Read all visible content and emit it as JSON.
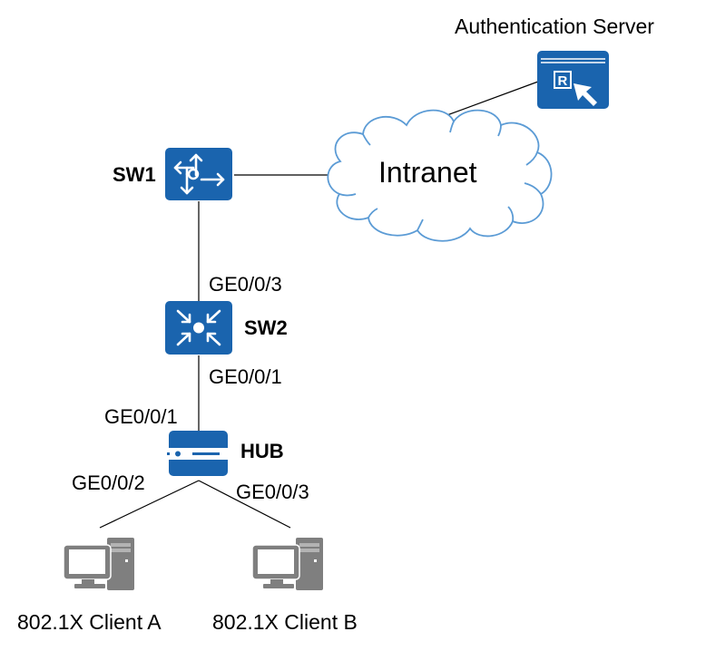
{
  "diagram": {
    "title": "802.1X authentication network topology",
    "colors": {
      "device_blue": "#1a64ae",
      "cloud_outline": "#5b9bd5",
      "pc_gray": "#7f7f7f",
      "link": "#000000"
    },
    "nodes": {
      "auth_server": {
        "label": "Authentication Server",
        "icon": "authentication-server-icon"
      },
      "intranet": {
        "label": "Intranet",
        "icon": "cloud-icon"
      },
      "sw1": {
        "label": "SW1",
        "icon": "router-switch-icon"
      },
      "sw2": {
        "label": "SW2",
        "icon": "switch-icon"
      },
      "hub": {
        "label": "HUB",
        "icon": "hub-icon"
      },
      "client_a": {
        "label": "802.1X Client A",
        "icon": "pc-icon"
      },
      "client_b": {
        "label": "802.1X Client B",
        "icon": "pc-icon"
      }
    },
    "ports": {
      "sw2_up": "GE0/0/3",
      "sw2_down": "GE0/0/1",
      "hub_up": "GE0/0/1",
      "hub_left": "GE0/0/2",
      "hub_right": "GE0/0/3"
    },
    "links": [
      {
        "from": "auth_server",
        "to": "intranet"
      },
      {
        "from": "sw1",
        "to": "intranet"
      },
      {
        "from": "sw1",
        "to": "sw2",
        "port_to": "GE0/0/3"
      },
      {
        "from": "sw2",
        "to": "hub",
        "port_from": "GE0/0/1",
        "port_to": "GE0/0/1"
      },
      {
        "from": "hub",
        "to": "client_a",
        "port_from": "GE0/0/2"
      },
      {
        "from": "hub",
        "to": "client_b",
        "port_from": "GE0/0/3"
      }
    ]
  }
}
